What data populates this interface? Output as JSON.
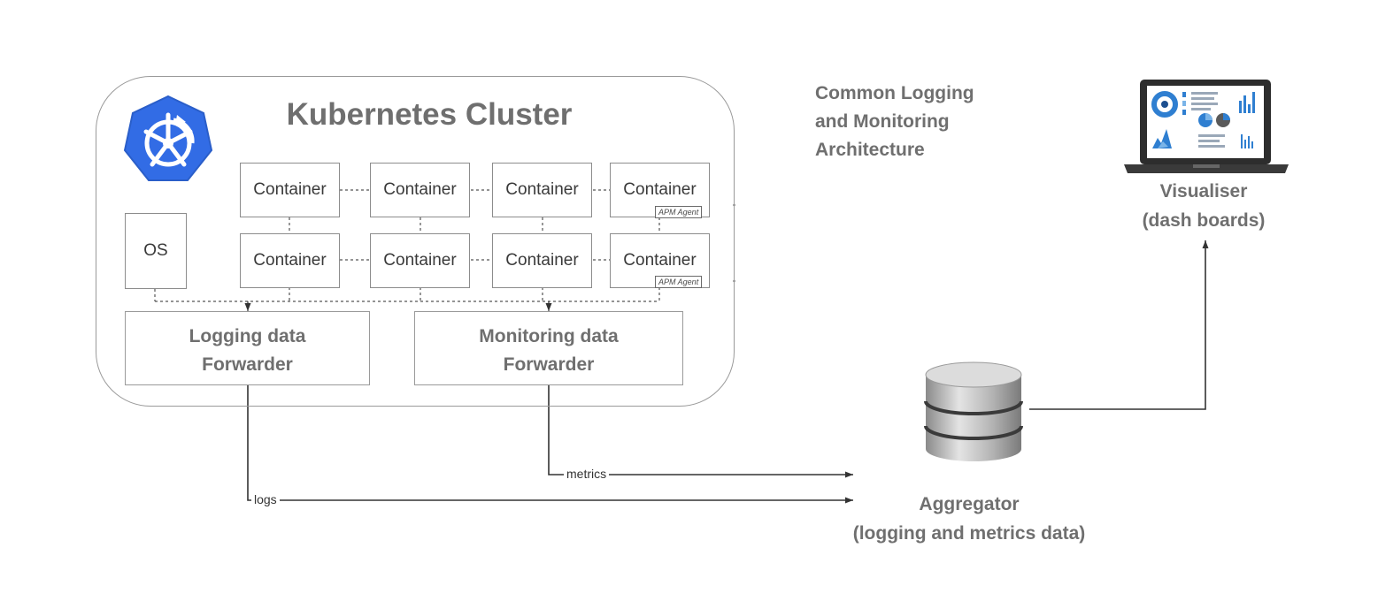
{
  "diagram": {
    "cluster_title": "Kubernetes Cluster",
    "heading_lines": [
      "Common Logging",
      "and Monitoring",
      "Architecture"
    ],
    "os_label": "OS",
    "container_label": "Container",
    "apm_agent_label": "APM Agent",
    "logging_forwarder_lines": [
      "Logging data",
      "Forwarder"
    ],
    "monitoring_forwarder_lines": [
      "Monitoring data",
      "Forwarder"
    ],
    "logs_label": "logs",
    "metrics_label": "metrics",
    "aggregator_lines": [
      "Aggregator",
      "(logging and metrics data)"
    ],
    "visualiser_lines": [
      "Visualiser",
      "(dash boards)"
    ],
    "colors": {
      "kubernetes_blue": "#326ce5",
      "text_gray": "#6f6f6f",
      "line": "#333333"
    }
  }
}
